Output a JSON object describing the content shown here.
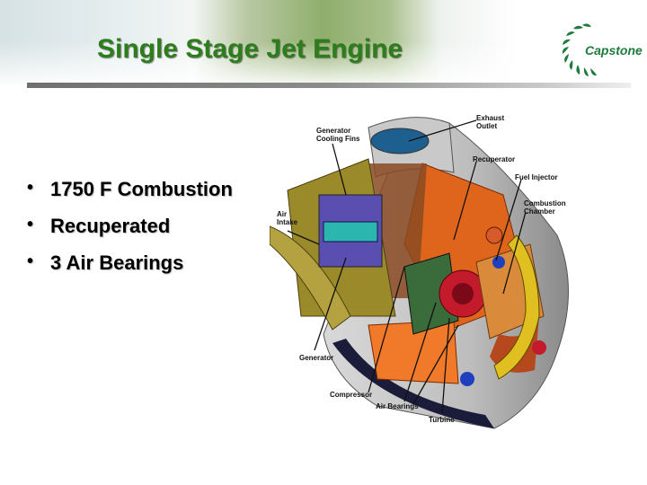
{
  "slide": {
    "title": "Single Stage Jet Engine",
    "logo_text": "Capstone",
    "bullet_glyph": "•",
    "bullets": [
      "1750 F Combustion",
      "Recuperated",
      "3 Air Bearings"
    ]
  },
  "figure": {
    "labels": {
      "exhaust_outlet": [
        "Exhaust",
        "Outlet"
      ],
      "generator_cooling_fins": [
        "Generator",
        "Cooling Fins"
      ],
      "recuperator": "Recuperator",
      "fuel_injector": "Fuel Injector",
      "combustion_chamber": [
        "Combustion",
        "Chamber"
      ],
      "air_intake": [
        "Air",
        "Intake"
      ],
      "generator": "Generator",
      "compressor": "Compressor",
      "air_bearings": "Air Bearings",
      "turbine": "Turbine"
    }
  },
  "colors": {
    "title_green": "#2e7d1c",
    "logo_green": "#1f7a3d",
    "rule_gray": "#7a7a7a"
  },
  "icons": {
    "logo": "capstone-swirl-icon"
  }
}
